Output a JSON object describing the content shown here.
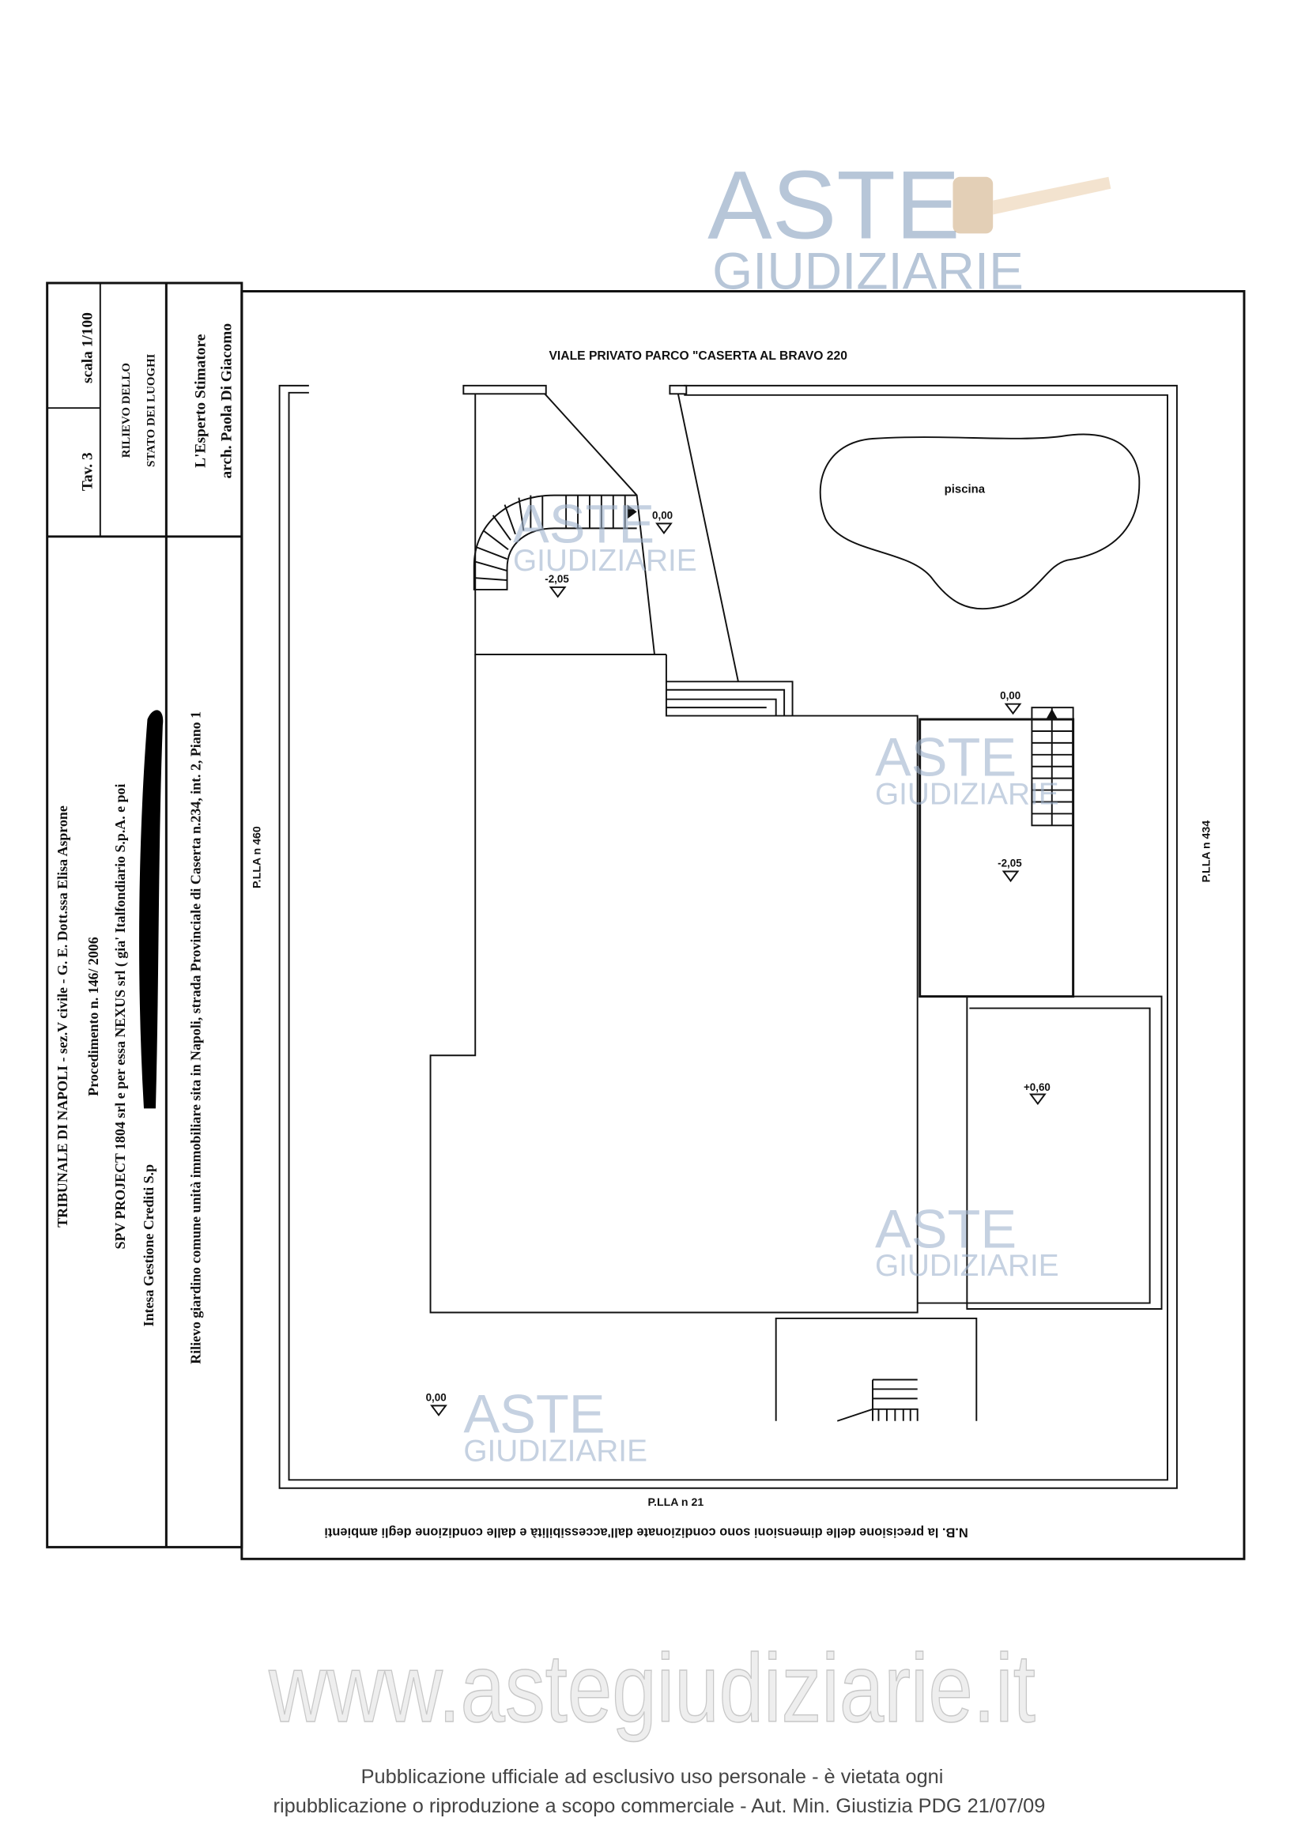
{
  "title_block": {
    "tav": "Tav. 3",
    "scale": "scala 1/100",
    "subject_1": "RILIEVO DELLO",
    "subject_2": "STATO DEI LUOGHI",
    "expert_1": "L'Esperto Stimatore",
    "expert_2": "arch. Paola Di Giacomo",
    "court": "TRIBUNALE  DI  NAPOLI  - sez.V civile  -  G. E. Dott.ssa Elisa Asprone",
    "procedure": "Procedimento n. 146/ 2006",
    "parties_1": "SPV PROJECT 1804  srl e per essa NEXUS srl ( gia' Italfondiario S.p.A. e poi",
    "parties_2": "Intesa Gestione Crediti S.p",
    "description": "Rilievo giardino comune unità immobiliare sita in Napoli, strada Provinciale di Caserta n.234,  int. 2, Piano 1"
  },
  "plan": {
    "street_label": "VIALE PRIVATO PARCO \"CASERTA AL BRAVO 220",
    "pool_label": "piscina",
    "parcel_left": "P.LLA n 460",
    "parcel_right": "P.LLA n 434",
    "parcel_bottom": "P.LLA n 21",
    "elevations": [
      "0,00",
      "-2,05",
      "0,00",
      "-2,05",
      "+0,60",
      "0,00"
    ],
    "note": "N.B. la precisione delle dimensioni sono condizionate dall'accessibilità e dalle condizione degli ambienti"
  },
  "watermark": {
    "line1": "ASTE",
    "line2": "GIUDIZIARIE",
    "color": "#9fb3cc"
  },
  "footer": {
    "url": "www.astegiudiziarie.it",
    "line1": "Pubblicazione ufficiale ad esclusivo uso personale - è vietata ogni",
    "line2": "ripubblicazione o riproduzione a scopo commerciale - Aut. Min. Giustizia PDG 21/07/09"
  }
}
